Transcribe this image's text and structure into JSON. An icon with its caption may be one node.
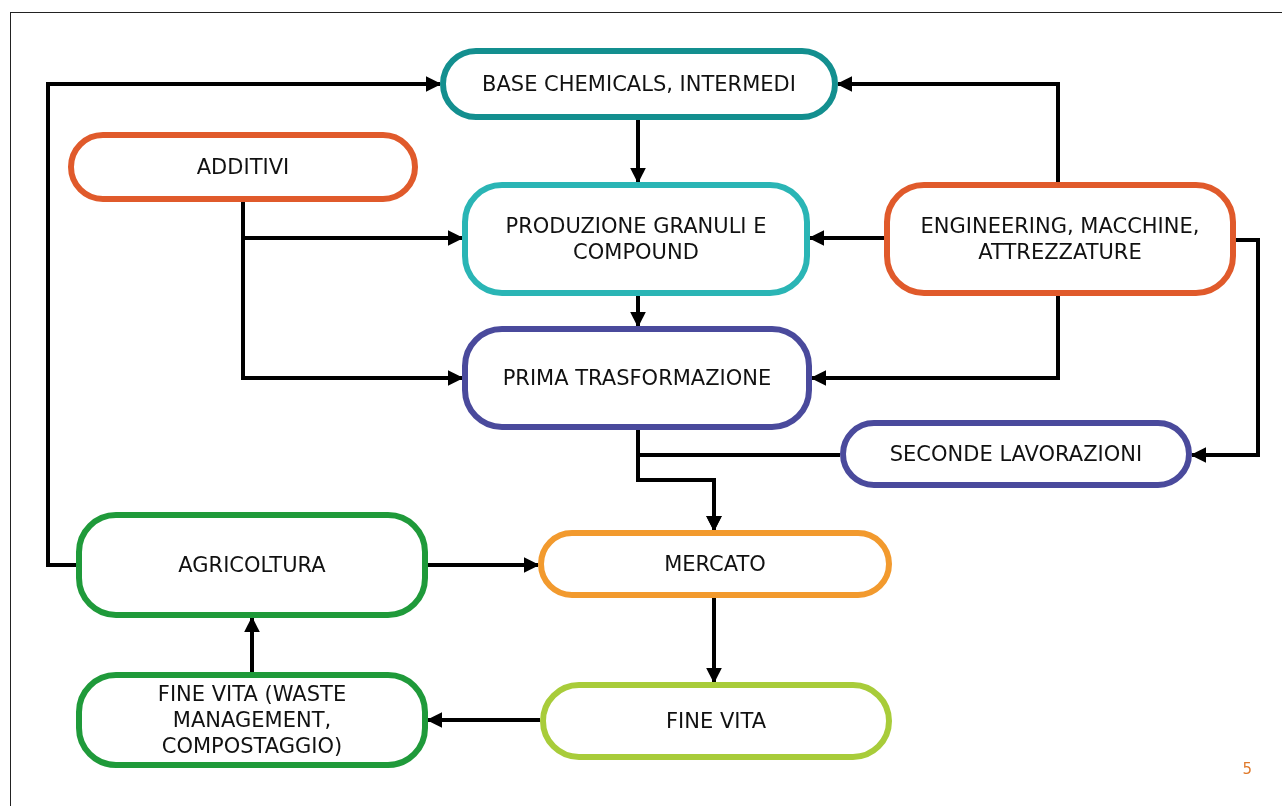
{
  "diagram": {
    "nodes": [
      {
        "text": [
          "BASE CHEMICALS, INTERMEDI"
        ]
      },
      {
        "text": [
          "ADDITIVI"
        ]
      },
      {
        "text": [
          "PRODUZIONE GRANULI E COMPOUND"
        ]
      },
      {
        "text": [
          "ENGINEERING, MACCHINE, ATTREZZATURE"
        ]
      },
      {
        "text": [
          "PRIMA TRASFORMAZIONE"
        ]
      },
      {
        "text": [
          "SECONDE LAVORAZIONI"
        ]
      },
      {
        "text": [
          "AGRICOLTURA"
        ]
      },
      {
        "text": [
          "MERCATO"
        ]
      },
      {
        "text": [
          "FINE VITA (WASTE MANAGEMENT, COMPOSTAGGIO)"
        ]
      },
      {
        "text": [
          "FINE VITA"
        ]
      }
    ],
    "edges": [
      {
        "from": 0,
        "to": 2,
        "arrow": "to"
      },
      {
        "from": 1,
        "to": 2,
        "arrow": "to"
      },
      {
        "from": 1,
        "to": 4,
        "arrow": "to"
      },
      {
        "from": 3,
        "to": 2,
        "arrow": "to"
      },
      {
        "from": 3,
        "to": 0,
        "arrow": "to"
      },
      {
        "from": 3,
        "to": 4,
        "arrow": "to"
      },
      {
        "from": 3,
        "to": 5,
        "arrow": "to"
      },
      {
        "from": 2,
        "to": 4,
        "arrow": "to"
      },
      {
        "from": 4,
        "to": 7,
        "arrow": "to"
      },
      {
        "from": 5,
        "to": 7,
        "arrow": "to"
      },
      {
        "from": 6,
        "to": 0,
        "arrow": "to"
      },
      {
        "from": 6,
        "to": 7,
        "arrow": "to"
      },
      {
        "from": 7,
        "to": 9,
        "arrow": "to"
      },
      {
        "from": 9,
        "to": 8,
        "arrow": "to"
      },
      {
        "from": 8,
        "to": 6,
        "arrow": "to"
      }
    ],
    "labels": [
      "5"
    ]
  }
}
